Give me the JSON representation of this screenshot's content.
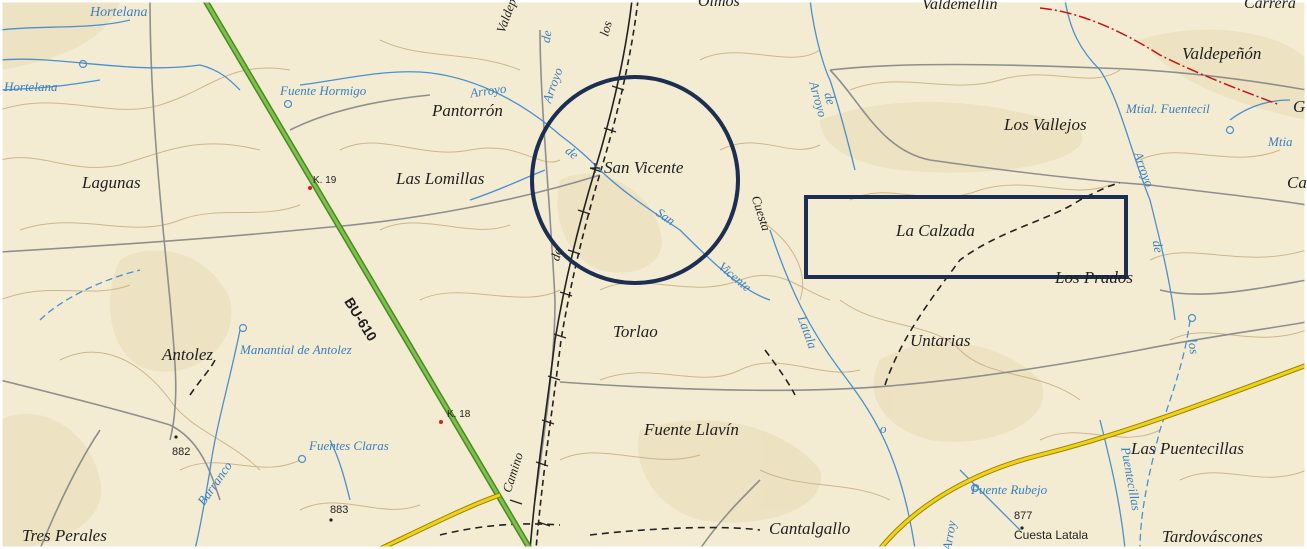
{
  "map": {
    "colors": {
      "terrain": "#f4ecd2",
      "water": "#4a8fd0",
      "road_bu610": "#5a9a30",
      "road_yellow": "#e8c400",
      "contour": "#c9ab7c",
      "track": "#8e8e8e",
      "railway": "#222222",
      "annotation": "#1c2f52",
      "boundary": "#cc1111"
    },
    "places": {
      "hortelana_top": "Hortelana",
      "hortelana_left": "Hortelana",
      "olmos": "Olmos",
      "valdemellin": "Valdemellín",
      "carrera": "Carrera",
      "valdepenon": "Valdepeñón",
      "pantorron": "Pantorrón",
      "los_vallejos": "Los Vallejos",
      "lagunas": "Lagunas",
      "las_lomillas": "Las Lomillas",
      "san_vicente": "San Vicente",
      "la_calzada": "La Calzada",
      "los_prados": "Los Prados",
      "antolez": "Antolez",
      "torlao": "Torlao",
      "untarias": "Untarias",
      "fuente_llavin": "Fuente Llavín",
      "las_puentecillas": "Las Puentecillas",
      "cantalgallo": "Cantalgallo",
      "tres_perales": "Tres Perales",
      "tardovascones": "Tardováscones",
      "cuesta_latala": "Cuesta Latala",
      "edge_g": "G",
      "edge_ca": "Ca"
    },
    "water": {
      "fuente_hormigo": "Fuente Hormigo",
      "mtial_fuentecil": "Mtial. Fuentecil",
      "mtia": "Mtia",
      "manantial_antolez": "Manantial de Antolez",
      "fuentes_claras": "Fuentes Claras",
      "fuente_rubejo": "Fuente Rubejo",
      "barranco": "Barranco",
      "arroyo_top": "Arroyo",
      "arroyo_left": "Arroyo",
      "arroyo_right": "Arroyo",
      "arroyo_bottom": "Arroy",
      "de_1": "de",
      "de_2": "de",
      "de_3": "de",
      "de_4": "de",
      "san": "San",
      "vicente": "Vicente",
      "latala": "Latala",
      "los": "los",
      "puentecillas": "Puentecillas",
      "valdepedro": "Valdepedro",
      "arroyo_vert": "Arroyo",
      "o_letter": "o"
    },
    "misc": {
      "los_top": "los",
      "cuesta": "Cuesta",
      "camino": "Camino",
      "de_road": "de",
      "k19": "K. 19",
      "k18": "K. 18",
      "road_bu610": "BU-610",
      "elev_882": "882",
      "elev_883": "883",
      "elev_877": "877"
    }
  }
}
